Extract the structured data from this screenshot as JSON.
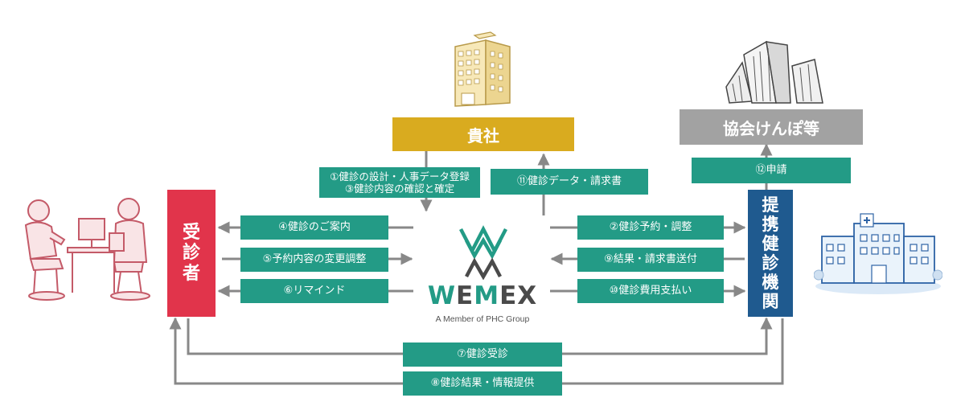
{
  "entities": {
    "company": "貴社",
    "association": "協会けんぽ等",
    "examinee": "受診者",
    "institution": "提携健診機関"
  },
  "steps": {
    "s1": "①健診の設計・人事データ登録",
    "s3": "③健診内容の確認と確定",
    "s11": "⑪健診データ・請求書",
    "s12": "⑫申請",
    "s4": "④健診のご案内",
    "s5": "⑤予約内容の変更調整",
    "s6": "⑥リマインド",
    "s2": "②健診予約・調整",
    "s9": "⑨結果・請求書送付",
    "s10": "⑩健診費用支払い",
    "s7": "⑦健診受診",
    "s8": "⑧健診結果・情報提供"
  },
  "logo": {
    "name": "WEMEX",
    "tagline": "A Member of PHC Group"
  },
  "colors": {
    "company": "#d9ab1f",
    "association": "#a2a2a2",
    "examinee": "#e1344b",
    "institution": "#1f5a8f",
    "step_label": "#239b86",
    "arrow": "#888888"
  },
  "icons": {
    "company_building": "office-building-icon",
    "association_buildings": "city-buildings-icon",
    "examinee_scene": "doctor-patient-icon",
    "hospital": "hospital-icon"
  }
}
